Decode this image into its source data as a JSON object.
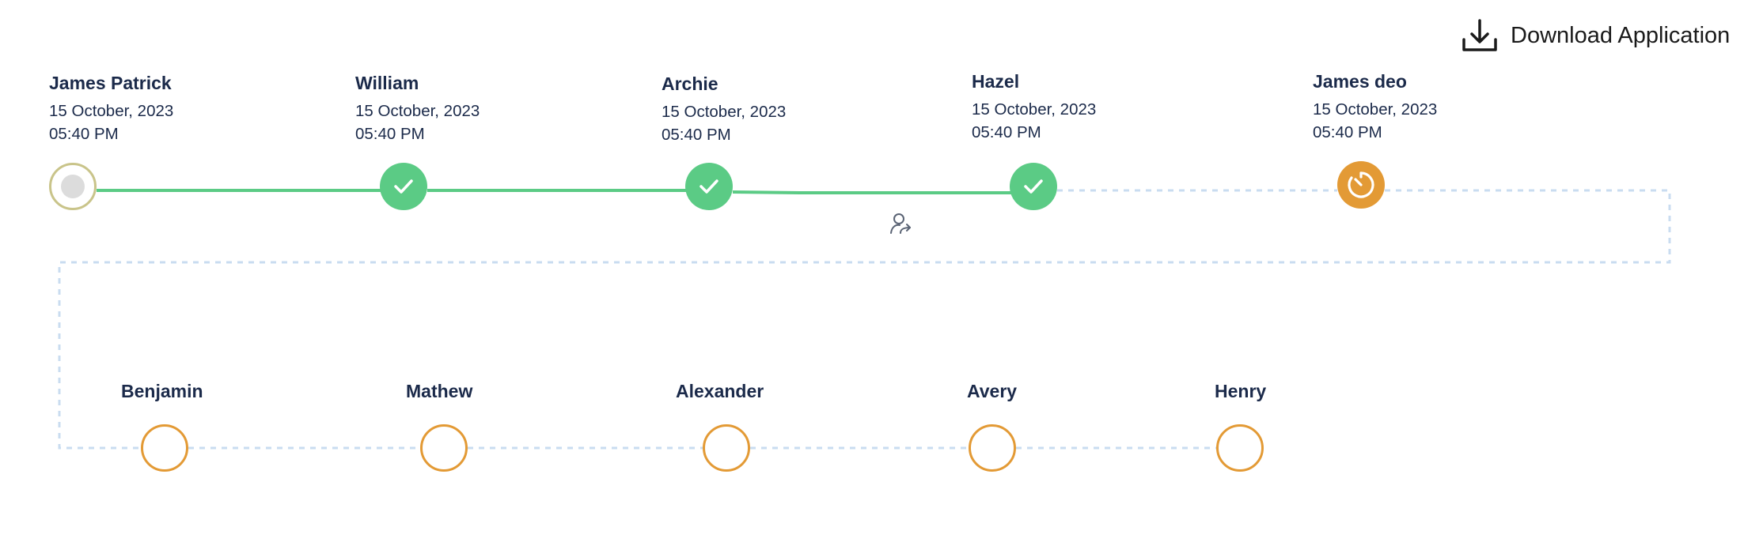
{
  "toolbar": {
    "download_label": "Download Application",
    "download_icon": "download-icon"
  },
  "colors": {
    "completed": "#5bcb85",
    "in_progress": "#e39a35",
    "pending_border": "#e39a35",
    "started_border": "#c9c48a",
    "dashed_connector": "#c9dcf0",
    "text": "#1b2a4a"
  },
  "timeline": {
    "row1": [
      {
        "name": "James Patrick",
        "date": "15 October, 2023",
        "time": "05:40 PM",
        "status": "started"
      },
      {
        "name": "William",
        "date": "15 October, 2023",
        "time": "05:40 PM",
        "status": "completed"
      },
      {
        "name": "Archie",
        "date": "15 October, 2023",
        "time": "05:40 PM",
        "status": "completed"
      },
      {
        "name": "Hazel",
        "date": "15 October, 2023",
        "time": "05:40 PM",
        "status": "completed"
      },
      {
        "name": "James deo",
        "date": "15 October, 2023",
        "time": "05:40 PM",
        "status": "in-progress"
      }
    ],
    "row2": [
      {
        "name": "Benjamin",
        "status": "pending"
      },
      {
        "name": "Mathew",
        "status": "pending"
      },
      {
        "name": "Alexander",
        "status": "pending"
      },
      {
        "name": "Avery",
        "status": "pending"
      },
      {
        "name": "Henry",
        "status": "pending"
      }
    ],
    "reassign_icon": "user-reassign-icon"
  }
}
